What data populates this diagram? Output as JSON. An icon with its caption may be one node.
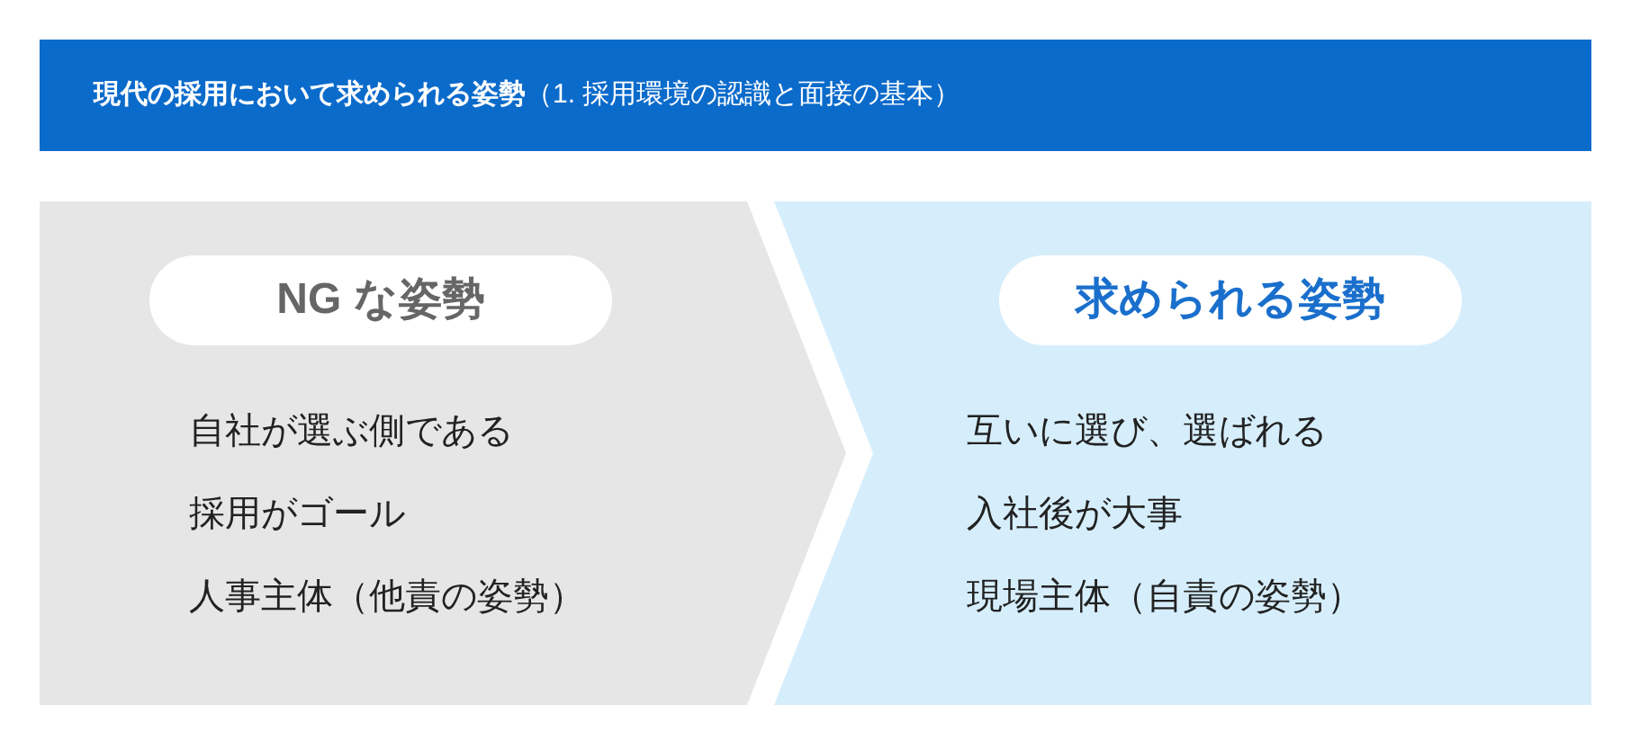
{
  "diagram": {
    "title": "**現代の採用において求められる姿勢**（1. 採用環境の認識と面接の基本）",
    "nodes": [
      {
        "text": [
          "自社が選ぶ側である",
          "採用がゴール",
          "人事主体（他責の姿勢）"
        ]
      },
      {
        "text": [
          "NG な姿勢"
        ],
        "in": 0
      },
      {
        "text": [
          "互いに選び、選ばれる",
          "入社後が大事",
          "現場主体（自責の姿勢）"
        ]
      },
      {
        "text": [
          "求められる姿勢"
        ],
        "in": 2
      }
    ],
    "edges": []
  }
}
